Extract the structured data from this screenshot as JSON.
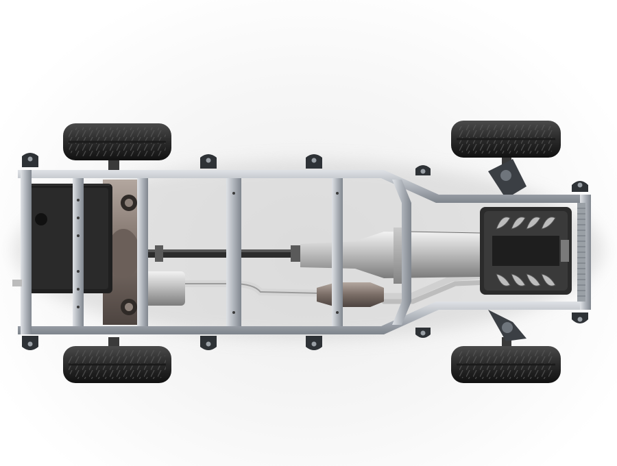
{
  "scene": {
    "subject": "chassis",
    "view": "top-down",
    "background_color": "#f4f4f4"
  },
  "components": {
    "frame": {
      "color": "#b8bdc4"
    },
    "wheels": {
      "count": 4,
      "tire_color": "#2a2a2a"
    },
    "fuel_tank": {
      "color": "#1f1f1f"
    },
    "engine": {
      "type": "V8",
      "cylinders": 8,
      "color": "#2b2b2b"
    },
    "exhaust": {
      "color": "#c9c9c9"
    },
    "driveshaft": {
      "color": "#2c2c2c"
    },
    "differential": {
      "color": "#7a6d66"
    }
  }
}
